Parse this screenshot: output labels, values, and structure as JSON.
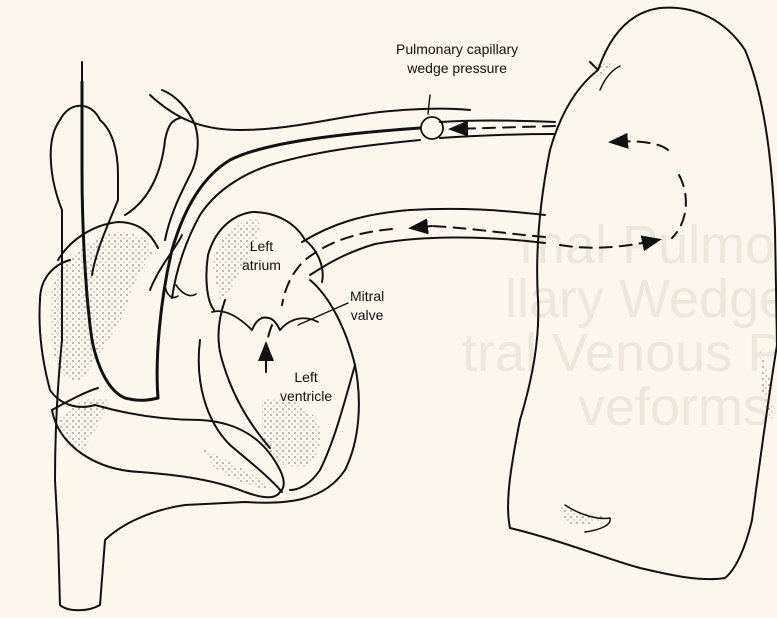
{
  "background_ghost_text": [
    "mal Pulmonary",
    "llary Wedge",
    "tral Venous Pressure",
    "veforms"
  ],
  "labels": {
    "pcwp": [
      "Pulmonary capillary",
      "wedge pressure"
    ],
    "left_atrium": [
      "Left",
      "atrium"
    ],
    "mitral_valve": [
      "Mitral",
      "valve"
    ],
    "left_ventricle": [
      "Left",
      "ventricle"
    ]
  },
  "colors": {
    "ink": "#111111",
    "paper": "#fbf7ec",
    "ghost": "#ece7da"
  }
}
